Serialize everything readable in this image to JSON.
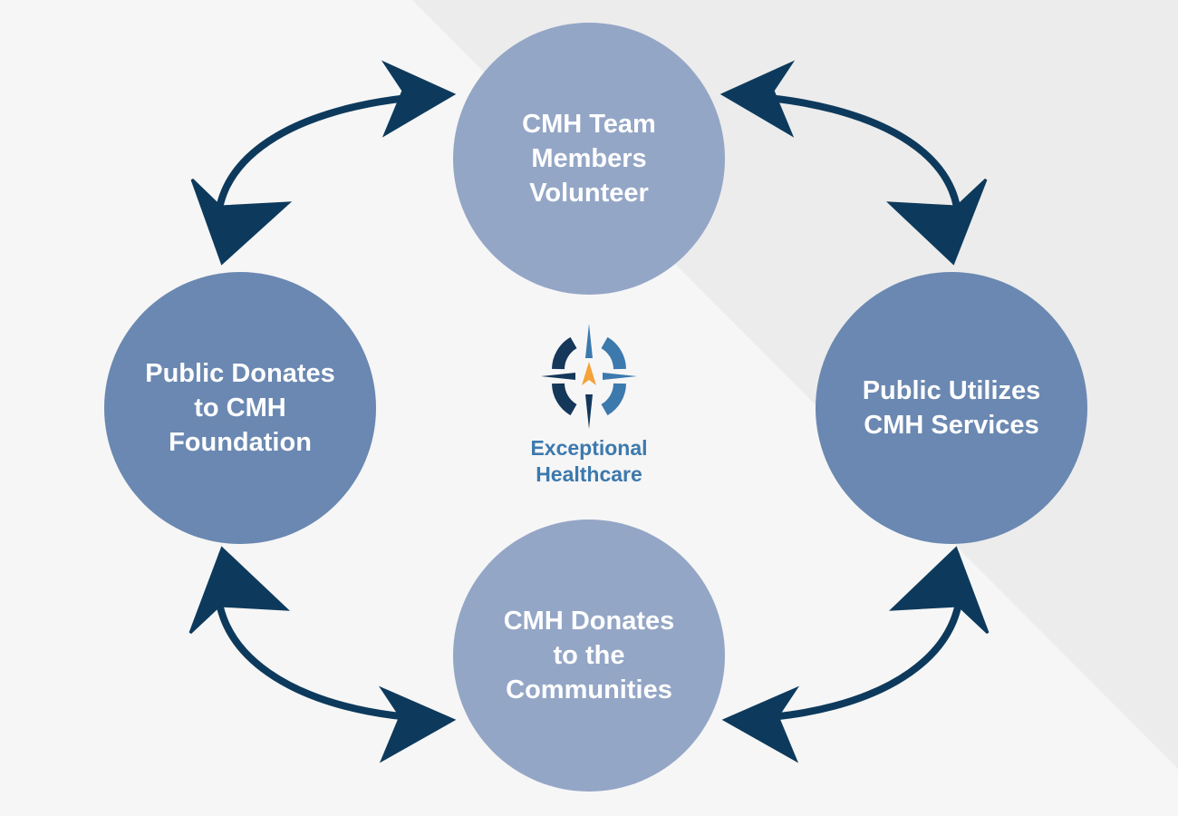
{
  "colors": {
    "background": "#f6f6f6",
    "background_wedge": "#ececec",
    "arrow": "#0d3a5c",
    "node_light": "#94a6c6",
    "node_dark": "#6a88b1",
    "logo_blue": "#3c79ad",
    "logo_navy": "#14375a",
    "logo_accent": "#f5a23a"
  },
  "nodes": {
    "top": {
      "label": "CMH Team\nMembers\nVolunteer",
      "color": "#94a6c6"
    },
    "right": {
      "label": "Public Utilizes\nCMH Services",
      "color": "#6a88b1"
    },
    "bottom": {
      "label": "CMH Donates\nto the\nCommunities",
      "color": "#94a6c6"
    },
    "left": {
      "label": "Public Donates\nto CMH\nFoundation",
      "color": "#6a88b1"
    }
  },
  "logo": {
    "icon": "compass-icon",
    "line1": "Exceptional",
    "line2": "Healthcare"
  },
  "edges": [
    {
      "from": "left",
      "to": "top",
      "direction": "both"
    },
    {
      "from": "top",
      "to": "right",
      "direction": "both"
    },
    {
      "from": "right",
      "to": "bottom",
      "direction": "both"
    },
    {
      "from": "bottom",
      "to": "left",
      "direction": "both"
    }
  ]
}
